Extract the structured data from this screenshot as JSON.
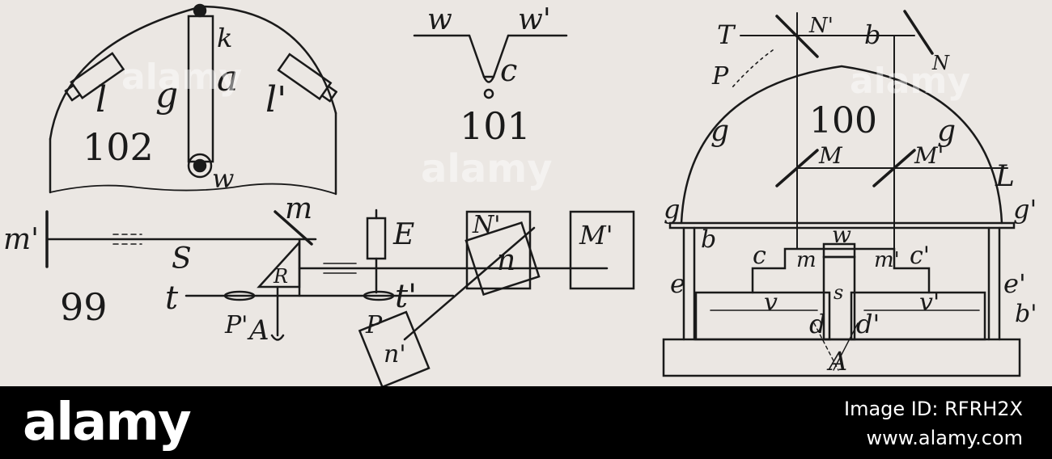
{
  "figures": {
    "fig99": "99",
    "fig100": "100",
    "fig101": "101",
    "fig102": "102"
  },
  "labels": {
    "f102": {
      "k": "k",
      "a": "a",
      "g": "g",
      "l1": "l",
      "l2": "l'",
      "w": "w"
    },
    "f101": {
      "w": "w",
      "w2": "w'",
      "c": "c"
    },
    "f99": {
      "m2": "m'",
      "S": "S",
      "m": "m",
      "R": "R",
      "t": "t",
      "t2": "t'",
      "P2": "P'",
      "P": "P",
      "A": "A",
      "E": "E",
      "N": "N'",
      "n": "n",
      "n2": "n'",
      "M": "M'"
    },
    "f100": {
      "T": "T",
      "N2": "N'",
      "b": "b",
      "N": "N",
      "P": "P",
      "g1": "g",
      "g2": "g",
      "M": "M",
      "M2": "M'",
      "L": "L",
      "gl": "g",
      "gr": "g'",
      "b1": "b",
      "b2": "b'",
      "e1": "e",
      "e2": "e'",
      "c1": "c",
      "c2": "c'",
      "m": "m",
      "m2": "m'",
      "w": "w",
      "s": "s",
      "v": "v",
      "v2": "v'",
      "d": "d",
      "d2": "d'",
      "A": "A"
    }
  },
  "watermark": "alamy",
  "footer": {
    "brand": "alamy",
    "image_id": "Image ID: RFRH2X",
    "site": "www.alamy.com"
  }
}
